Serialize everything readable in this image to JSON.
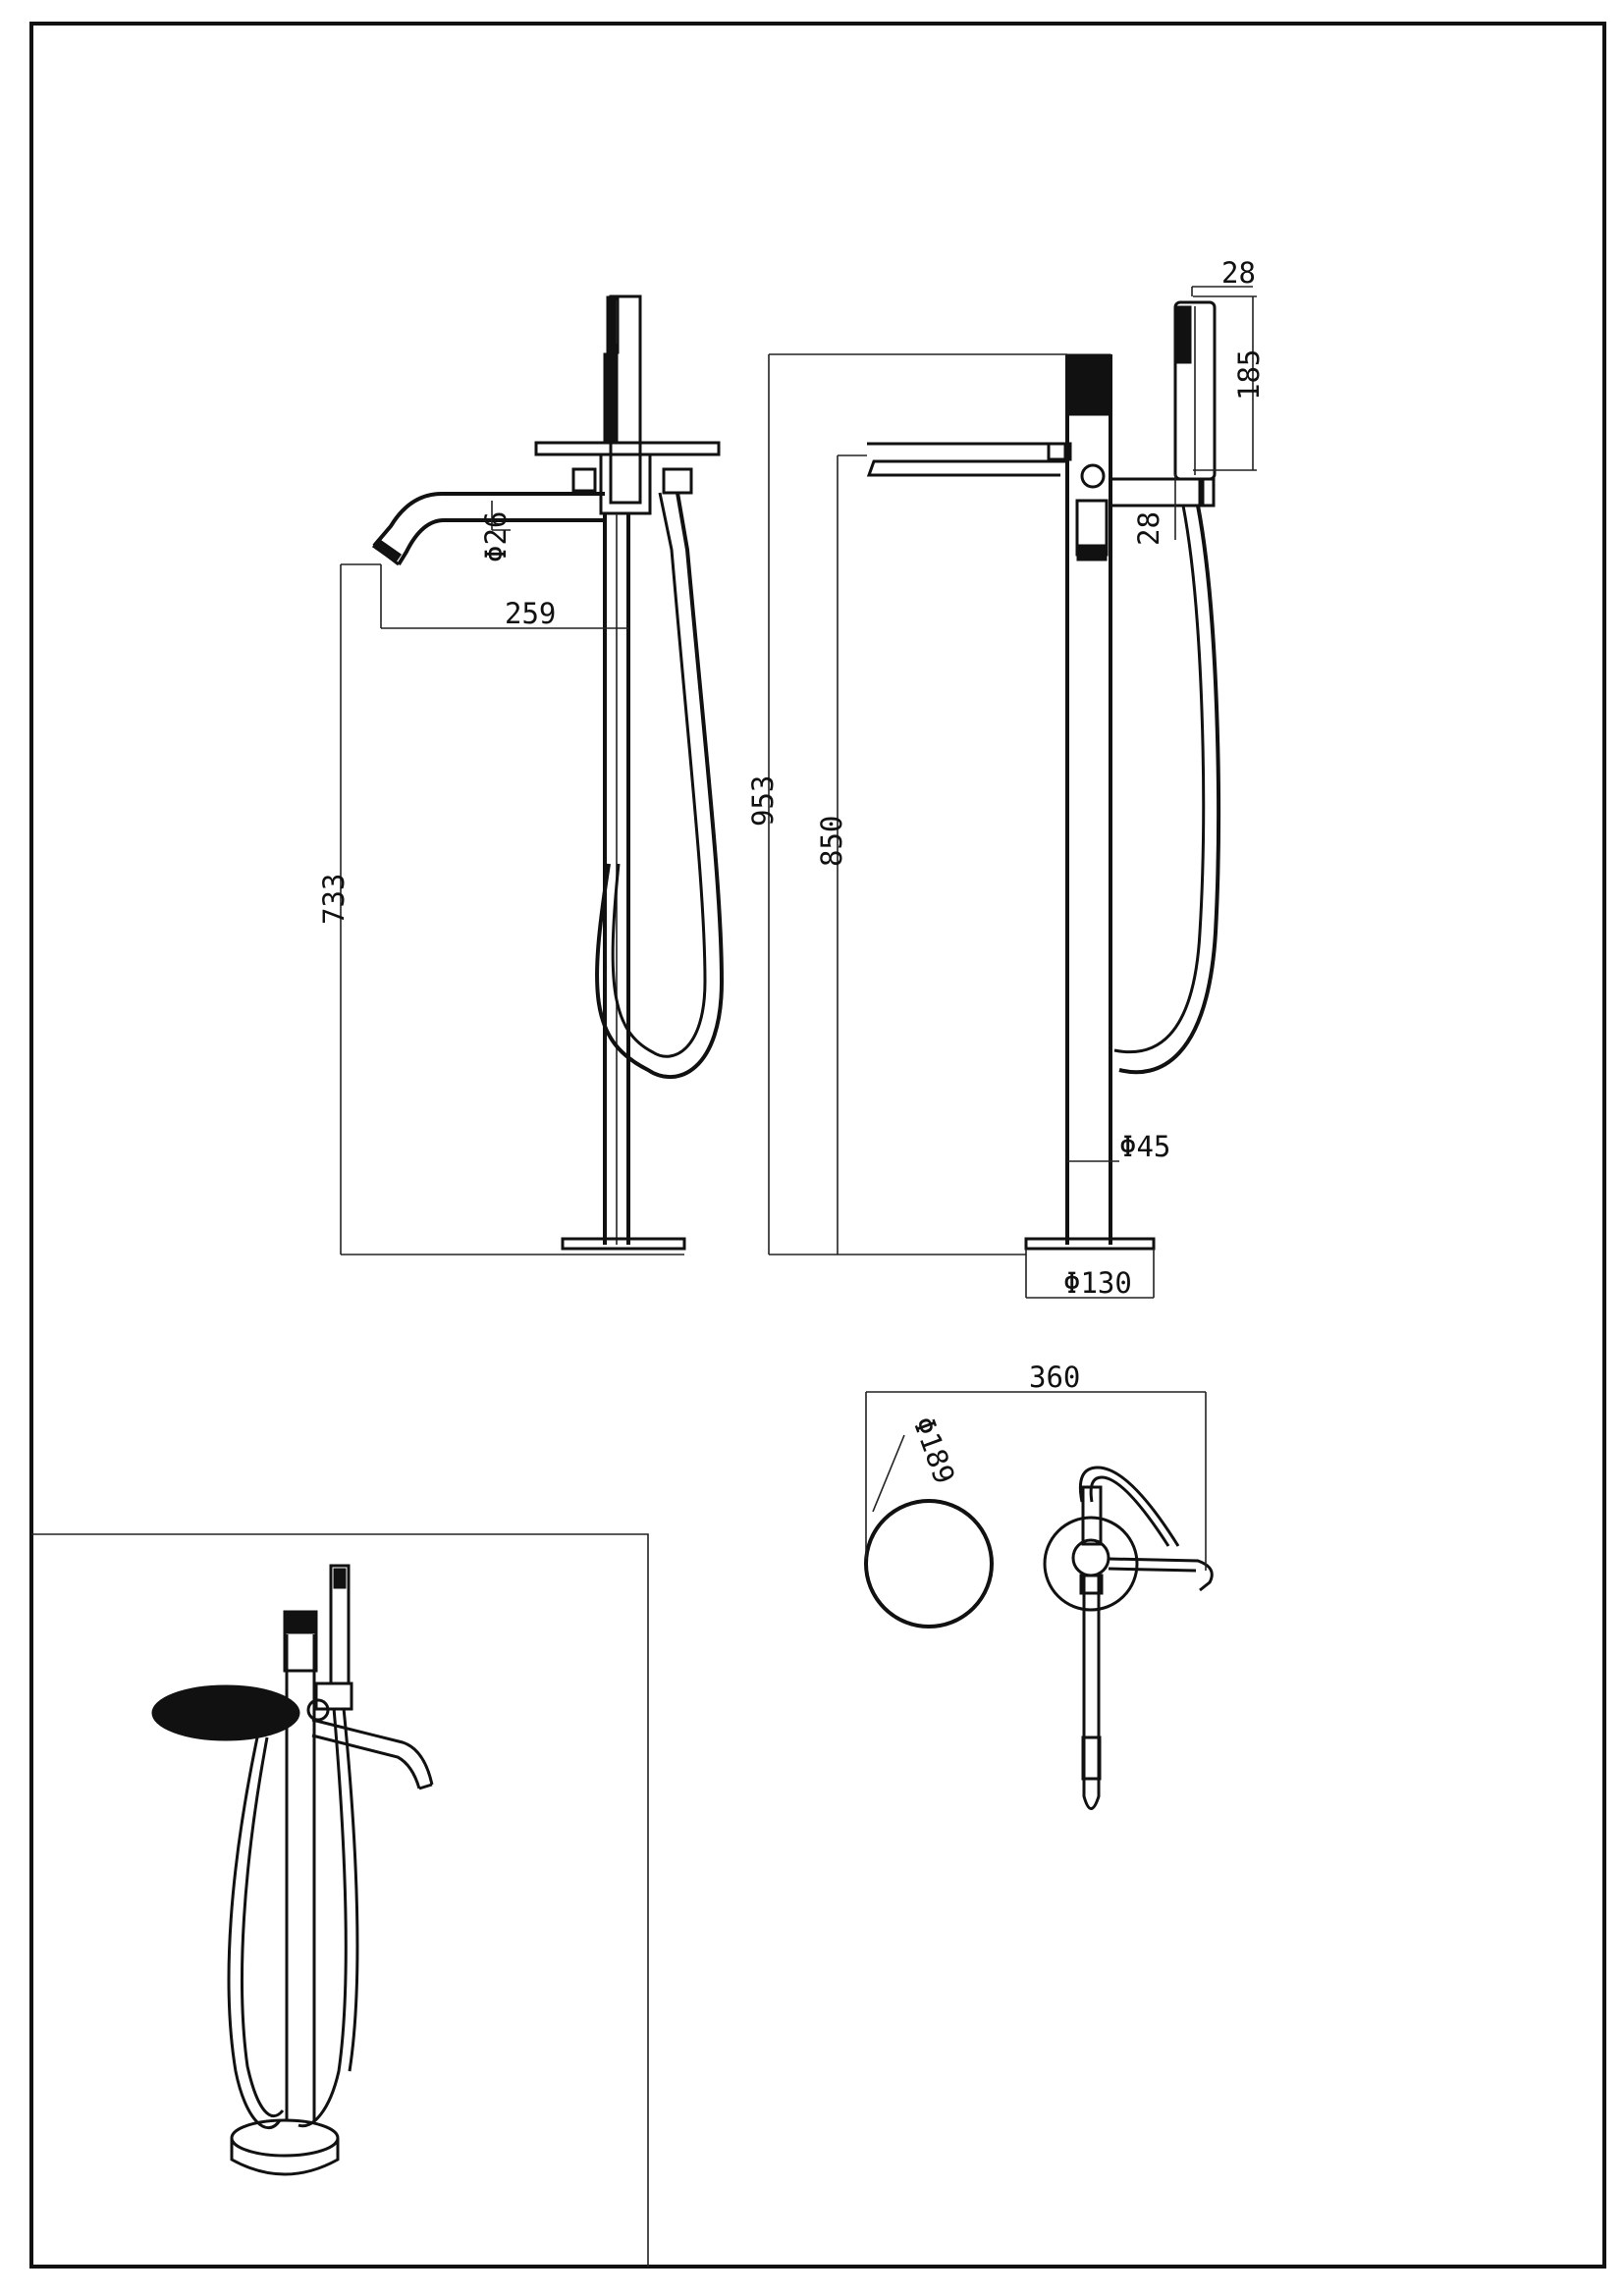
{
  "drawing": {
    "colors": {
      "line": "#111111",
      "paper": "#ffffff"
    },
    "front_view": {
      "dims": {
        "spout_dia": "Φ26",
        "spout_reach": "259",
        "spout_height": "733"
      }
    },
    "side_view": {
      "dims": {
        "handset_width": "28",
        "handset_length": "185",
        "holder_height": "28",
        "total_height": "953",
        "shelf_height": "850",
        "column_dia": "Φ45",
        "base_dia": "Φ130"
      }
    },
    "top_view": {
      "dims": {
        "overall_width": "360",
        "shelf_dia": "Φ189"
      }
    }
  }
}
